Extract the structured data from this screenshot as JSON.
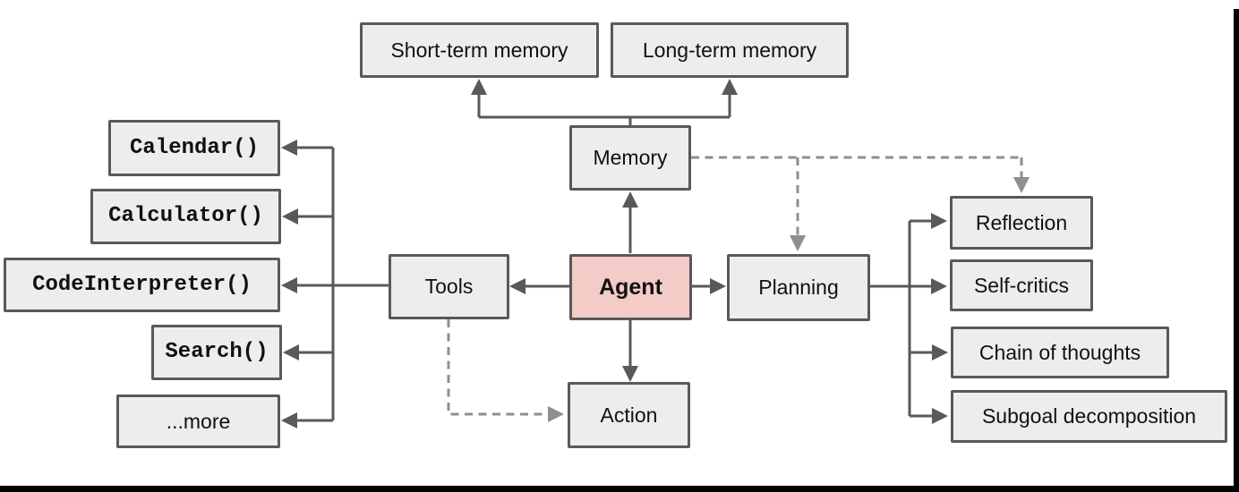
{
  "diagram": {
    "nodes": {
      "short_term_memory": {
        "label": "Short-term memory"
      },
      "long_term_memory": {
        "label": "Long-term memory"
      },
      "memory": {
        "label": "Memory"
      },
      "agent": {
        "label": "Agent"
      },
      "tools": {
        "label": "Tools"
      },
      "planning": {
        "label": "Planning"
      },
      "action": {
        "label": "Action"
      },
      "calendar": {
        "label": "Calendar()"
      },
      "calculator": {
        "label": "Calculator()"
      },
      "code_interpreter": {
        "label": "CodeInterpreter()"
      },
      "search": {
        "label": "Search()"
      },
      "more": {
        "label": "...more"
      },
      "reflection": {
        "label": "Reflection"
      },
      "self_critics": {
        "label": "Self-critics"
      },
      "chain_of_thoughts": {
        "label": "Chain of thoughts"
      },
      "subgoal_decomposition": {
        "label": "Subgoal decomposition"
      }
    },
    "edges": [
      {
        "from": "agent",
        "to": "memory",
        "style": "solid"
      },
      {
        "from": "agent",
        "to": "tools",
        "style": "solid"
      },
      {
        "from": "agent",
        "to": "planning",
        "style": "solid"
      },
      {
        "from": "agent",
        "to": "action",
        "style": "solid"
      },
      {
        "from": "memory",
        "to": "short_term_memory",
        "style": "solid"
      },
      {
        "from": "memory",
        "to": "long_term_memory",
        "style": "solid"
      },
      {
        "from": "tools",
        "to": "calendar",
        "style": "solid"
      },
      {
        "from": "tools",
        "to": "calculator",
        "style": "solid"
      },
      {
        "from": "tools",
        "to": "code_interpreter",
        "style": "solid"
      },
      {
        "from": "tools",
        "to": "search",
        "style": "solid"
      },
      {
        "from": "tools",
        "to": "more",
        "style": "solid"
      },
      {
        "from": "planning",
        "to": "reflection",
        "style": "solid"
      },
      {
        "from": "planning",
        "to": "self_critics",
        "style": "solid"
      },
      {
        "from": "planning",
        "to": "chain_of_thoughts",
        "style": "solid"
      },
      {
        "from": "planning",
        "to": "subgoal_decomposition",
        "style": "solid"
      },
      {
        "from": "memory",
        "to": "planning",
        "style": "dashed"
      },
      {
        "from": "memory",
        "to": "reflection",
        "style": "dashed"
      },
      {
        "from": "tools",
        "to": "action",
        "style": "dashed"
      }
    ],
    "colors": {
      "node_fill": "#ededed",
      "node_border": "#595959",
      "agent_fill": "#f3cbc7",
      "solid_edge": "#595959",
      "dashed_edge": "#8f8f8f",
      "frame_bar": "#000000",
      "background": "#ffffff"
    }
  }
}
